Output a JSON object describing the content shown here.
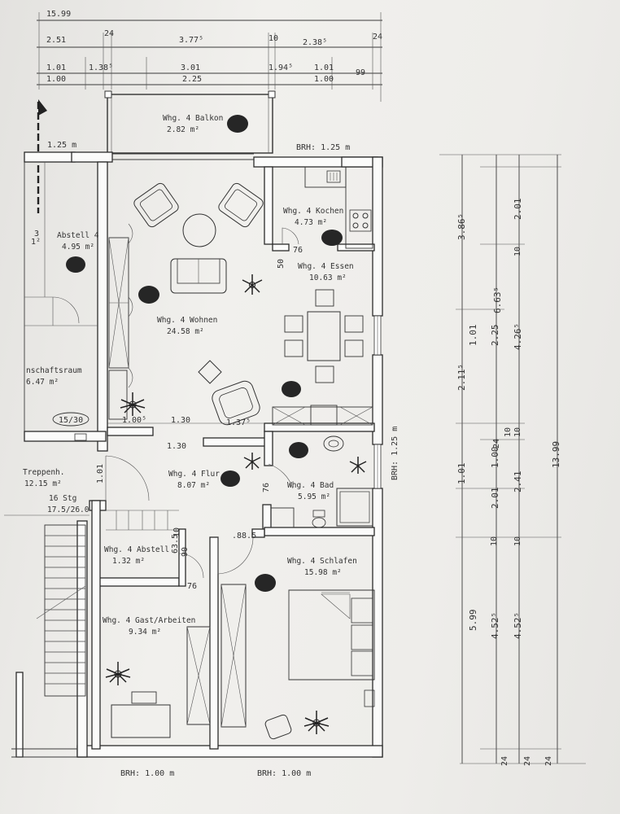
{
  "top_dimensions": {
    "total": "15.99",
    "row2": [
      "2.51",
      "24",
      "3.77⁵",
      "10",
      "2.38⁵",
      "24"
    ],
    "row3": [
      "1.01",
      "1.38⁵",
      "3.01",
      "1.94⁵",
      "1.01",
      "99"
    ],
    "row4": [
      "1.00",
      "2.25",
      "1.00"
    ]
  },
  "rooms": {
    "balkon": {
      "name": "Whg. 4 Balkon",
      "area": "2.82 m²"
    },
    "kochen": {
      "name": "Whg. 4 Kochen",
      "area": "4.73 m²"
    },
    "essen": {
      "name": "Whg. 4 Essen",
      "area": "10.63 m²"
    },
    "wohnen": {
      "name": "Whg. 4 Wohnen",
      "area": "24.58 m²"
    },
    "abstell_outer": {
      "name": "Abstell 4",
      "area": "4.95 m²"
    },
    "wirtschaftsraum": {
      "name": "nschaftsraum",
      "area": "6.47 m²"
    },
    "treppenhaus": {
      "name": "Treppenh.",
      "area": "12.15 m²",
      "steps": "16 Stg",
      "step_size": "17.5/26.0"
    },
    "flur": {
      "name": "Whg. 4 Flur",
      "area": "8.07 m²"
    },
    "bad": {
      "name": "Whg. 4 Bad",
      "area": "5.95 m²"
    },
    "abstell": {
      "name": "Whg. 4 Abstell",
      "area": "1.32 m²"
    },
    "schlafen": {
      "name": "Whg. 4 Schlafen",
      "area": "15.98 m²"
    },
    "gast": {
      "name": "Whg. 4 Gast/Arbeiten",
      "area": "9.34 m²"
    }
  },
  "brh_labels": {
    "top_left": "1.25 m",
    "top_right": "BRH: 1.25 m",
    "right": "BRH: 1.25 m",
    "bottom_left": "BRH: 1.00 m",
    "bottom_right": "BRH: 1.00 m"
  },
  "inner_dimensions": {
    "d76": "76",
    "d50": "50",
    "d1_00": "1.00⁵",
    "d1_30a": "1.30",
    "d1_37": "1.37⁵",
    "d1_30b": "1.30",
    "d15_30": "15/30",
    "d1_01": "1.01",
    "d76b": "76",
    "d88": ".88.5",
    "d10": "10",
    "d63": "63.5",
    "d90": "90",
    "d76c": "76",
    "d3": "3",
    "d1_2": "1²"
  },
  "right_dimensions": {
    "col1": [
      "5.99",
      "1.01",
      "2.11⁵",
      "3.86⁵"
    ],
    "col2": [
      "4.52⁵",
      "2.01",
      "1.00",
      "1.01",
      "2.25",
      "10",
      "24",
      "10"
    ],
    "col3": [
      "4.52⁵",
      "2.41",
      "10",
      "4.26⁵",
      "6.63⁵",
      "2.01",
      "10",
      "10"
    ],
    "col4": [
      "13.99"
    ],
    "bottom_24": [
      "24",
      "24",
      "24"
    ]
  }
}
